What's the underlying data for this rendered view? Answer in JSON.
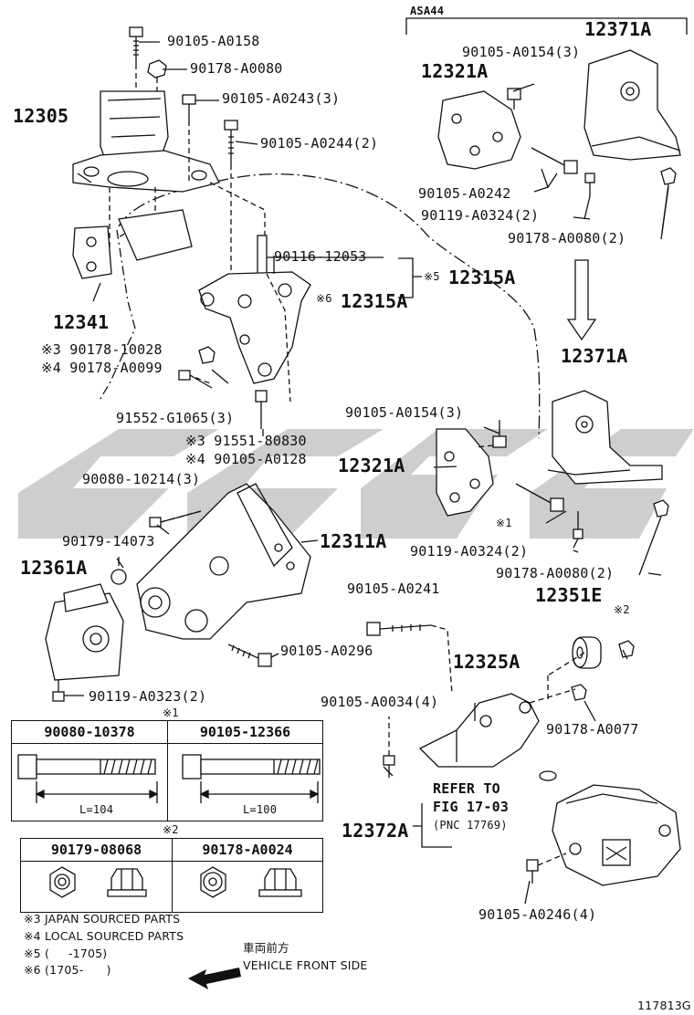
{
  "diagram_id": "117813G",
  "variant_label": "ASA44",
  "watermark": "SSGC",
  "parts": {
    "p12305": "12305",
    "p12341": "12341",
    "p12315A": "12315A",
    "p12315A_group": "12315A",
    "p12371A_top": "12371A",
    "p12371A_mid": "12371A",
    "p12321A_top": "12321A",
    "p12321A_mid": "12321A",
    "p12311A": "12311A",
    "p12361A": "12361A",
    "p12351E": "12351E",
    "p12325A": "12325A",
    "p12372A": "12372A"
  },
  "labels": {
    "l_90105_A0158": "90105-A0158",
    "l_90178_A0080": "90178-A0080",
    "l_90105_A0243": "90105-A0243(3)",
    "l_90105_A0244": "90105-A0244(2)",
    "l_90116_12053": "90116-12053",
    "l_mark5": "※5",
    "l_mark6": "※6",
    "l_m3_90178_10028": "※3 90178-10028",
    "l_m4_90178_A0099": "※4 90178-A0099",
    "l_91552_G1065": "91552-G1065(3)",
    "l_m3_91551_80830": "※3 91551-80830",
    "l_m4_90105_A0128": "※4 90105-A0128",
    "l_90080_10214": "90080-10214(3)",
    "l_90179_14073": "90179-14073",
    "l_90105_A0296": "90105-A0296",
    "l_90119_A0323": "90119-A0323(2)",
    "l_top_90105_A0154": "90105-A0154(3)",
    "l_top_90105_A0242": "90105-A0242",
    "l_top_90119_A0324": "90119-A0324(2)",
    "l_top_90178_A0080": "90178-A0080(2)",
    "l_mid_90105_A0154": "90105-A0154(3)",
    "l_mark1": "※1",
    "l_mid_90119_A0324": "90119-A0324(2)",
    "l_mid_90178_A0080": "90178-A0080(2)",
    "l_mark2": "※2",
    "l_90105_A0241": "90105-A0241",
    "l_90105_A0034": "90105-A0034(4)",
    "l_90178_A0077": "90178-A0077",
    "l_90105_A0246": "90105-A0246(4)",
    "l_refer_to": "REFER TO",
    "l_fig": "FIG 17-03",
    "l_pnc": "(PNC 17769)"
  },
  "table1": {
    "mark": "※1",
    "col1": {
      "part": "90080-10378",
      "length": "L=104"
    },
    "col2": {
      "part": "90105-12366",
      "length": "L=100"
    }
  },
  "table2": {
    "mark": "※2",
    "col1": {
      "part": "90179-08068"
    },
    "col2": {
      "part": "90178-A0024"
    }
  },
  "notes": {
    "n3": "※3 JAPAN SOURCED PARTS",
    "n4": "※4 LOCAL SOURCED PARTS",
    "n5": "※5 (     -1705)",
    "n6": "※6 (1705-      )"
  },
  "front": {
    "jp": "車両前方",
    "en": "VEHICLE FRONT SIDE"
  },
  "icons": [
    "bolt-icon",
    "nut-icon",
    "mount-icon",
    "bracket-icon",
    "arrow-down-icon",
    "arrow-front-icon"
  ]
}
